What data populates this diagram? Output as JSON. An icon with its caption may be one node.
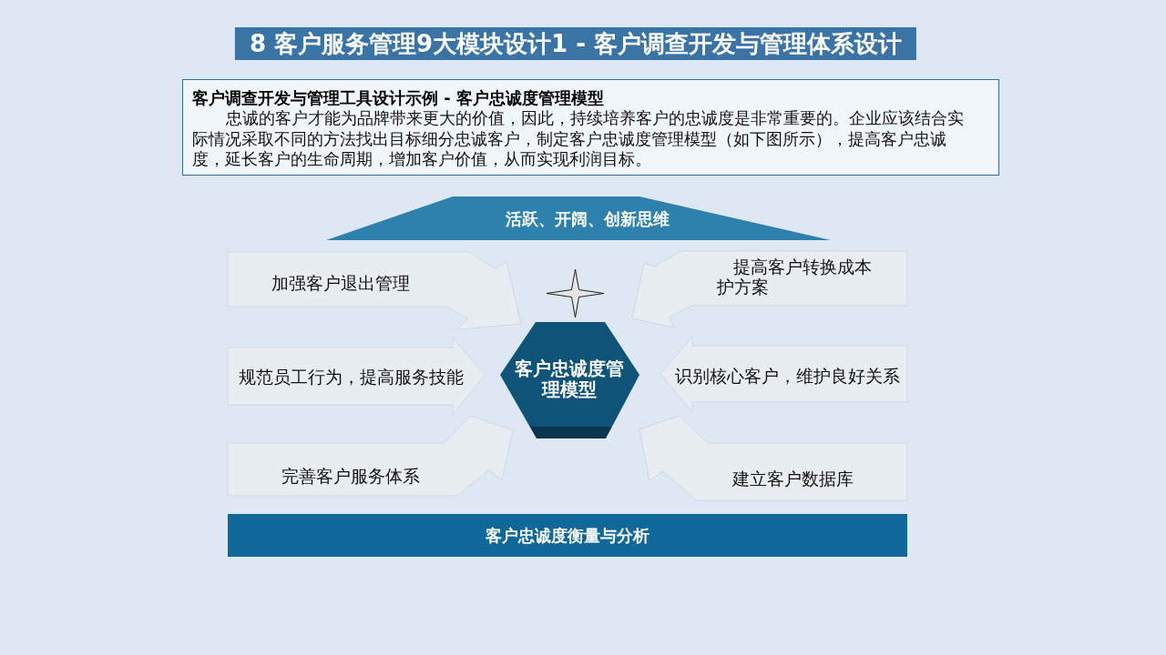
{
  "diagram": {
    "title": "8 客户服务管理9大模块设计1 - 客户调查开发与管理体系设计",
    "nodes": [
      {
        "text": [
          "客户调查开发与管理工具设计示例 - 客户忠诚度管理模型",
          "忠诚的客户才能为品牌带来更大的价值，因此，持续培养客户的忠诚度是非常重要的。企业应该结合实际情况采取不同的方法找出目标细分忠诚客户，制定客户忠诚度管理模型（如下图所示），提高客户忠诚度，延长客户的生命周期，增加客户价值，从而实现利润目标。"
        ]
      },
      {
        "text": [
          "活跃、开阔、创新思维"
        ]
      },
      {
        "text": [
          "加强客户退出管理"
        ]
      },
      {
        "text": [],
        "shape": "star"
      },
      {
        "text": [
          "提高客户转换成本护方案"
        ]
      },
      {
        "text": [
          "规范员工行为，提高服务技能"
        ]
      },
      {
        "text": [
          "客户忠诚度管理模型"
        ]
      },
      {
        "text": [
          "识别核心客户，维护良好关系"
        ]
      },
      {
        "text": [
          "完善客户服务体系"
        ]
      },
      {
        "text": [
          "建立客户数据库"
        ]
      },
      {
        "text": [
          "客户忠诚度衡量与分析"
        ]
      }
    ]
  }
}
